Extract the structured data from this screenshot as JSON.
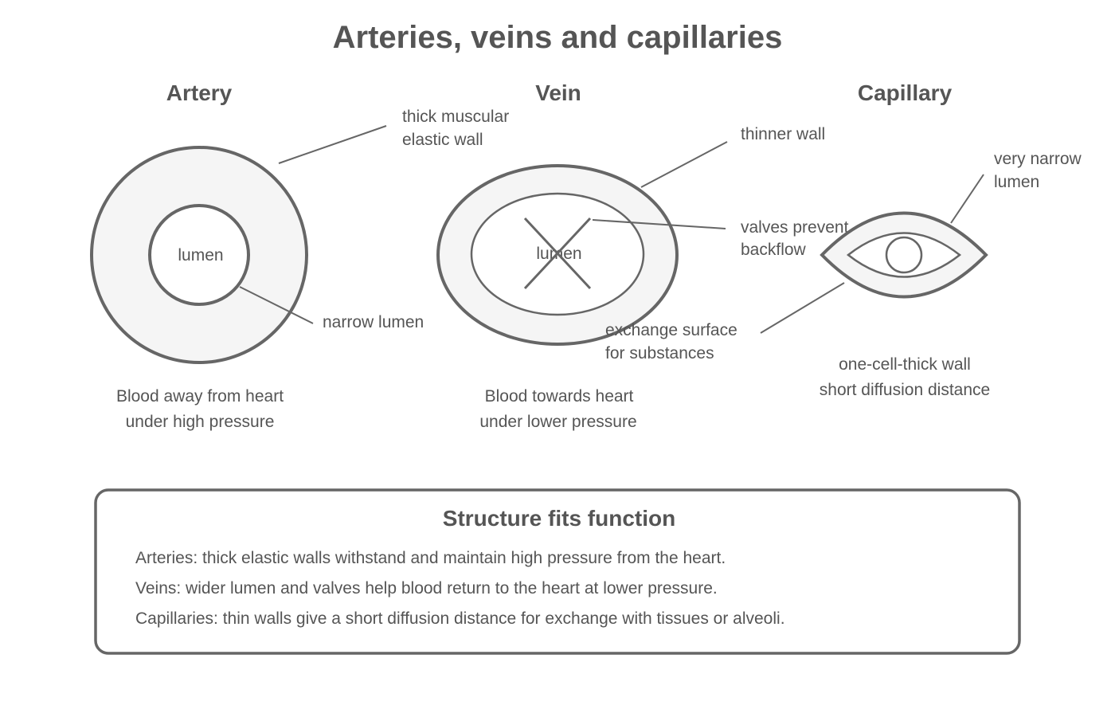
{
  "title": "Arteries, veins and capillaries",
  "artery": {
    "heading": "Artery",
    "lumen_label": "lumen",
    "wall_label": [
      "thick muscular",
      "elastic wall"
    ],
    "lumen_callout": "narrow lumen",
    "caption": [
      "Blood away from heart",
      "under high pressure"
    ]
  },
  "vein": {
    "heading": "Vein",
    "lumen_label": "lumen",
    "wall_label": "thinner wall",
    "valve_label": [
      "valves prevent",
      "backflow"
    ],
    "caption": [
      "Blood towards heart",
      "under lower pressure"
    ]
  },
  "capillary": {
    "heading": "Capillary",
    "lumen_label": [
      "very narrow",
      "lumen"
    ],
    "exchange_label": [
      "exchange surface",
      "for substances"
    ],
    "caption": [
      "one-cell-thick wall",
      "short diffusion distance"
    ]
  },
  "summary": {
    "title": "Structure fits function",
    "lines": [
      "Arteries: thick elastic walls withstand and maintain high pressure from the heart.",
      "Veins: wider lumen and valves help blood return to the heart at lower pressure.",
      "Capillaries: thin walls give a short diffusion distance for exchange with tissues or alveoli."
    ]
  }
}
